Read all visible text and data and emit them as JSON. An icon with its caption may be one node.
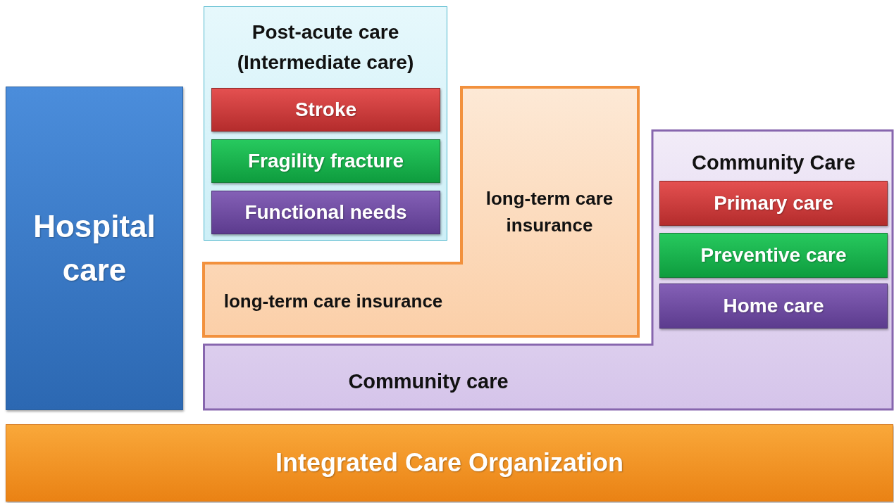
{
  "diagram": {
    "nodes": [
      {
        "text": [
          "Hospital care"
        ]
      },
      {
        "text": [
          "Post-acute care (Intermediate care)"
        ]
      },
      {
        "text": [
          "Stroke"
        ],
        "in": 1
      },
      {
        "text": [
          "Fragility fracture"
        ],
        "in": 1
      },
      {
        "text": [
          "Functional needs"
        ],
        "in": 1
      },
      {
        "text": [
          "long-term care insurance",
          "long-term care insurance"
        ]
      },
      {
        "text": [
          "Community Care",
          "Community care"
        ]
      },
      {
        "text": [
          "Primary care"
        ],
        "in": 6
      },
      {
        "text": [
          "Preventive care"
        ],
        "in": 6
      },
      {
        "text": [
          "Home care"
        ],
        "in": 6
      },
      {
        "text": [
          "Integrated Care Organization"
        ]
      }
    ]
  }
}
